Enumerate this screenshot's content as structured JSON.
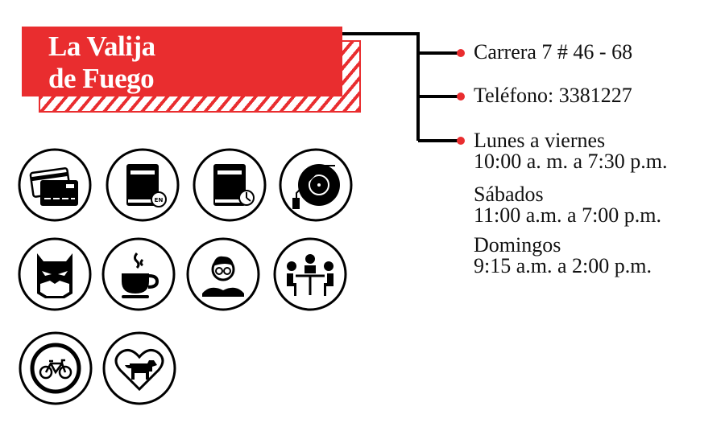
{
  "title": {
    "line1": "La Valija",
    "line2": "de Fuego"
  },
  "colors": {
    "accent": "#e92d2f",
    "ink": "#000000"
  },
  "info": {
    "address": "Carrera 7 # 46 - 68",
    "phone": "Teléfono: 3381227",
    "weekday_label": "Lunes a viernes",
    "weekday_hours": "10:00 a. m. a 7:30 p.m.",
    "saturday_label": "Sábados",
    "saturday_hours": "11:00 a.m. a 7:00 p.m.",
    "sunday_label": "Domingos",
    "sunday_hours": "9:15 a.m. a 2:00 p.m."
  },
  "icons": [
    "credit-card-icon",
    "english-book-icon",
    "book-clock-icon",
    "vinyl-record-icon",
    "batman-mask-icon",
    "coffee-cup-icon",
    "reader-icon",
    "meeting-table-icon",
    "bicycle-icon",
    "pet-friendly-icon"
  ]
}
